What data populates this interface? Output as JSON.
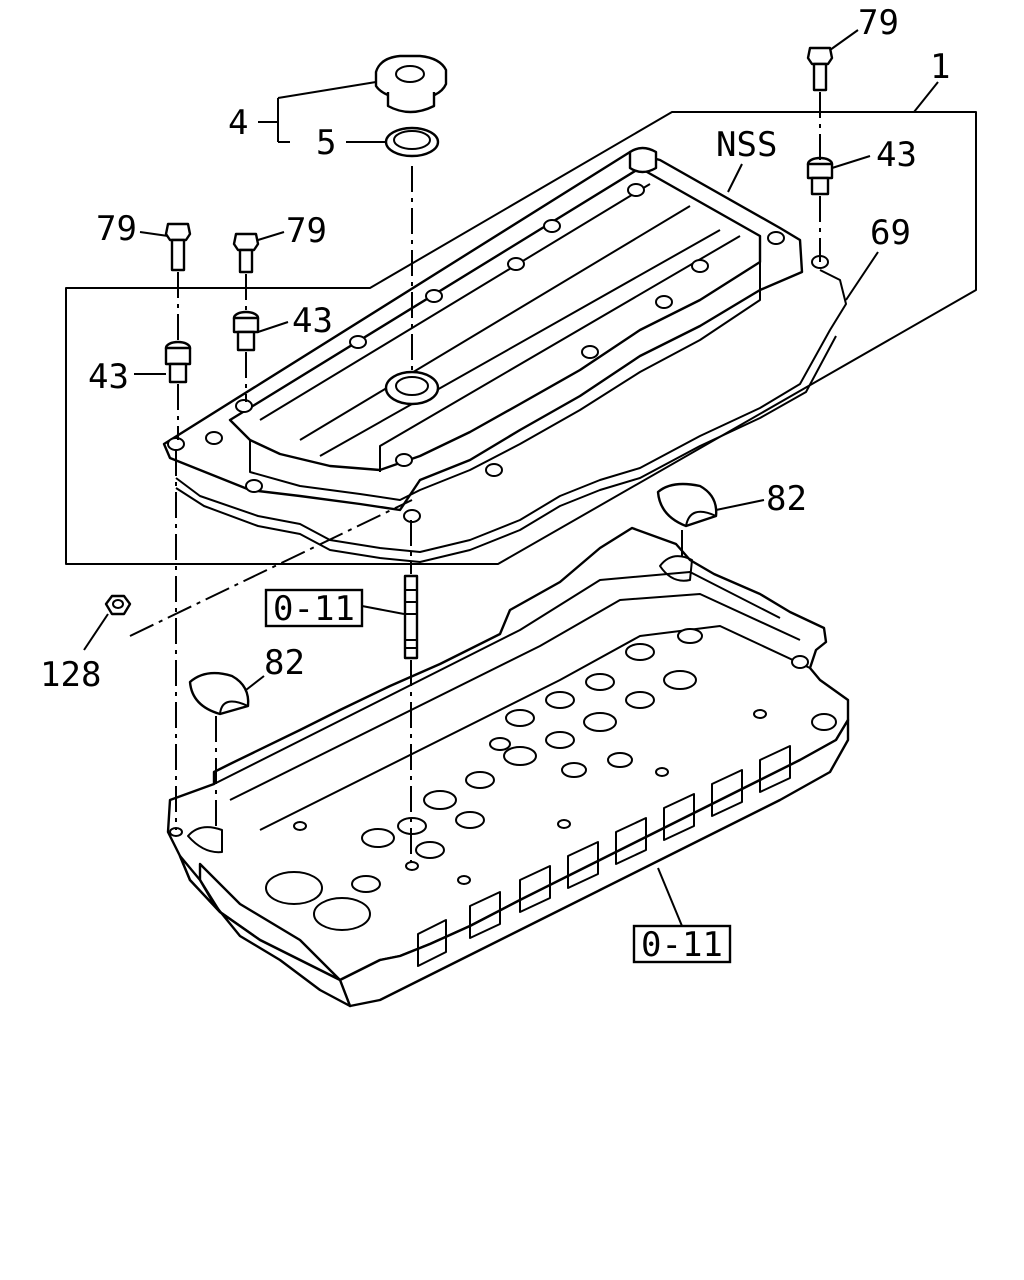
{
  "callouts": {
    "c1": "1",
    "c4": "4",
    "c5": "5",
    "c79_top": "79",
    "c79_left": "79",
    "c79_mid": "79",
    "c43_right": "43",
    "c43_mid": "43",
    "c43_left": "43",
    "c69": "69",
    "nss": "NSS",
    "c82_right": "82",
    "c82_left": "82",
    "c128": "128",
    "ref_mid": "0-11",
    "ref_bottom": "0-11"
  }
}
